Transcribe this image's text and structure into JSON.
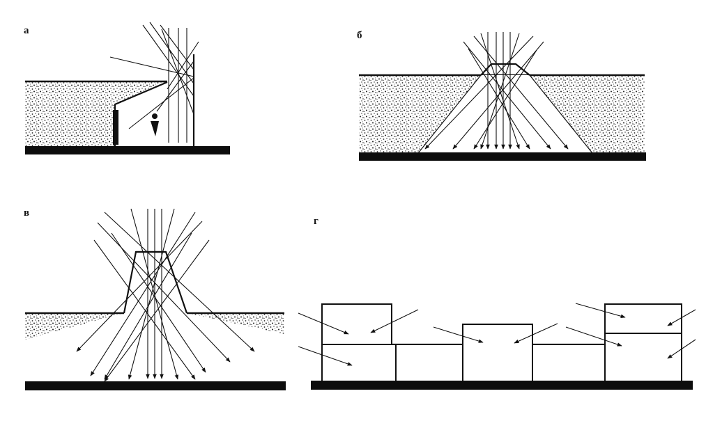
{
  "figure": {
    "panels": [
      {
        "id": "a",
        "label": "а"
      },
      {
        "id": "b",
        "label": "б"
      },
      {
        "id": "v",
        "label": "в"
      },
      {
        "id": "g",
        "label": "г"
      }
    ]
  },
  "colors": {
    "ink": "#111111",
    "paper": "#ffffff",
    "stipple": "#222222"
  },
  "icons": {
    "person": "person-figure-icon"
  }
}
